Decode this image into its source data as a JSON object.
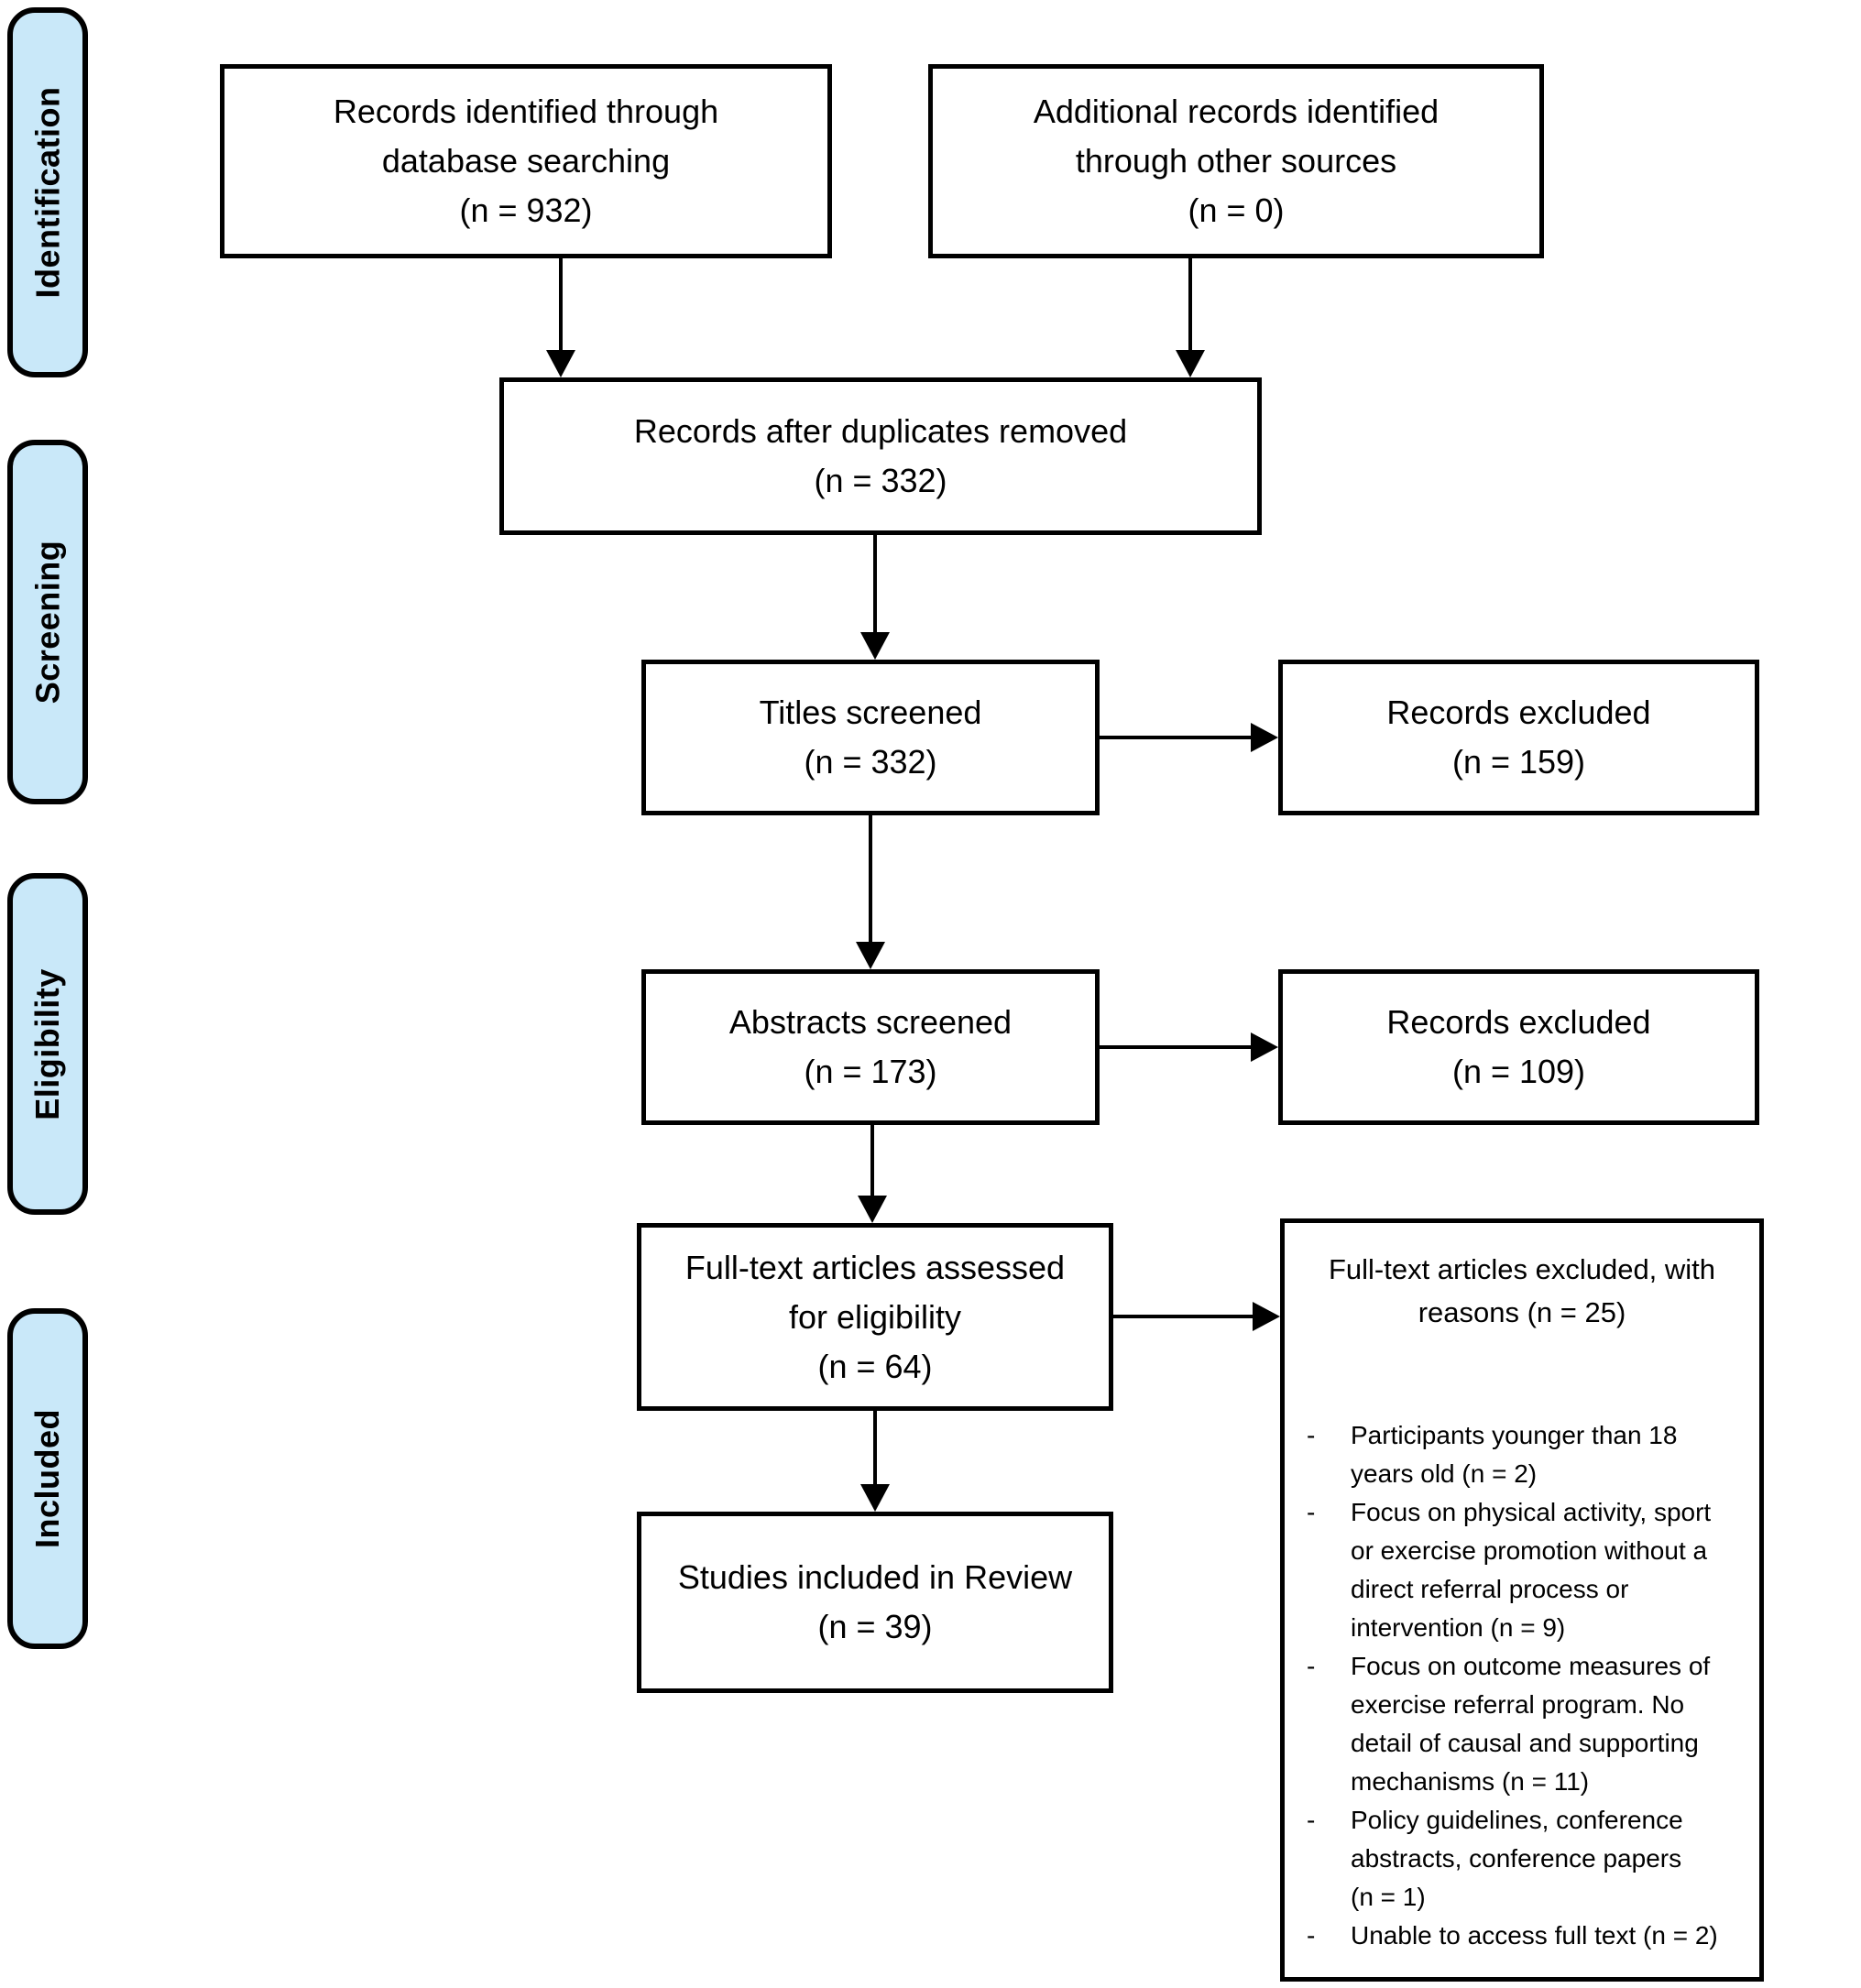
{
  "colors": {
    "stage_fill": "#c9e8f9",
    "ink": "#000000"
  },
  "stages": {
    "identification": "Identification",
    "screening": "Screening",
    "eligibility": "Eligibility",
    "included": "Included"
  },
  "boxes": {
    "records_identified": {
      "label": "Records identified through database searching",
      "count": "(n = 932)"
    },
    "additional_records": {
      "label": "Additional records identified through other sources",
      "count": "(n = 0)"
    },
    "after_duplicates": {
      "label": "Records after duplicates removed",
      "count": "(n = 332)"
    },
    "titles_screened": {
      "label": "Titles screened",
      "count": "(n = 332)"
    },
    "titles_excluded": {
      "label": "Records excluded",
      "count": "(n = 159)"
    },
    "abstracts_screened": {
      "label": "Abstracts screened",
      "count": "(n = 173)"
    },
    "abstracts_excluded": {
      "label": "Records excluded",
      "count": "(n = 109)"
    },
    "fulltext_assessed": {
      "label": "Full-text articles assessed for eligibility",
      "count": "(n = 64)"
    },
    "studies_included": {
      "label": "Studies included in Review",
      "count": "(n = 39)"
    }
  },
  "excluded_box": {
    "title_line1": "Full-text articles excluded, with",
    "title_line2": "reasons (n = 25)",
    "bullet_char": "-",
    "reasons": [
      "Participants younger than 18 years old (n = 2)",
      "Focus on physical activity, sport or exercise promotion without a direct referral process or intervention (n = 9)",
      "Focus on outcome measures of exercise referral program. No detail of causal and supporting mechanisms (n = 11)",
      "Policy guidelines, conference abstracts, conference papers (n = 1)",
      "Unable to access full text (n = 2)"
    ]
  }
}
